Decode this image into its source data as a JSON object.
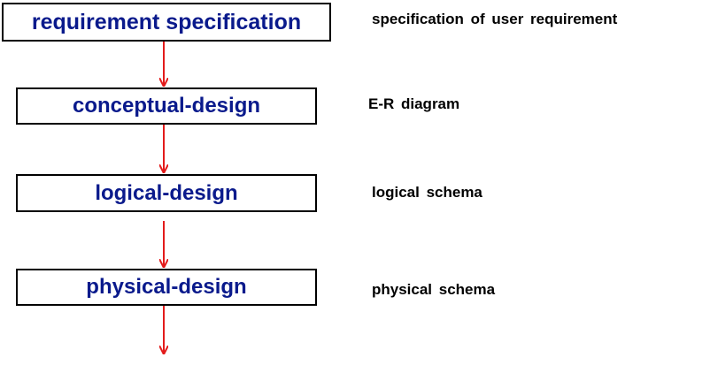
{
  "steps": [
    {
      "label": "requirement specification",
      "output": "specification of user requirement"
    },
    {
      "label": "conceptual-design",
      "output": "E-R diagram"
    },
    {
      "label": "logical-design",
      "output": "logical schema"
    },
    {
      "label": "physical-design",
      "output": "physical schema"
    }
  ],
  "colors": {
    "box_text": "#0a1a8c",
    "box_border": "#000000",
    "arrow": "#e31b1b",
    "note_text": "#000000"
  }
}
